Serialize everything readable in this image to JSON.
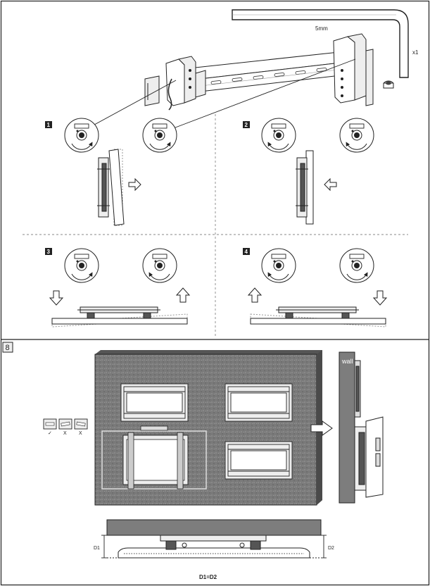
{
  "tool": {
    "size_label": "5mm",
    "quantity_label": "x1"
  },
  "steps": [
    {
      "number": "1"
    },
    {
      "number": "2"
    },
    {
      "number": "3"
    },
    {
      "number": "4"
    }
  ],
  "section8": {
    "number": "8",
    "wall_label": "wall",
    "level_marks": [
      "✓",
      "X",
      "X"
    ],
    "d1_label": "D1",
    "d2_label": "D2",
    "equation": "D1=D2"
  },
  "colors": {
    "line": "#222222",
    "wall_fill": "#7d7d7d",
    "dash": "#888888"
  }
}
